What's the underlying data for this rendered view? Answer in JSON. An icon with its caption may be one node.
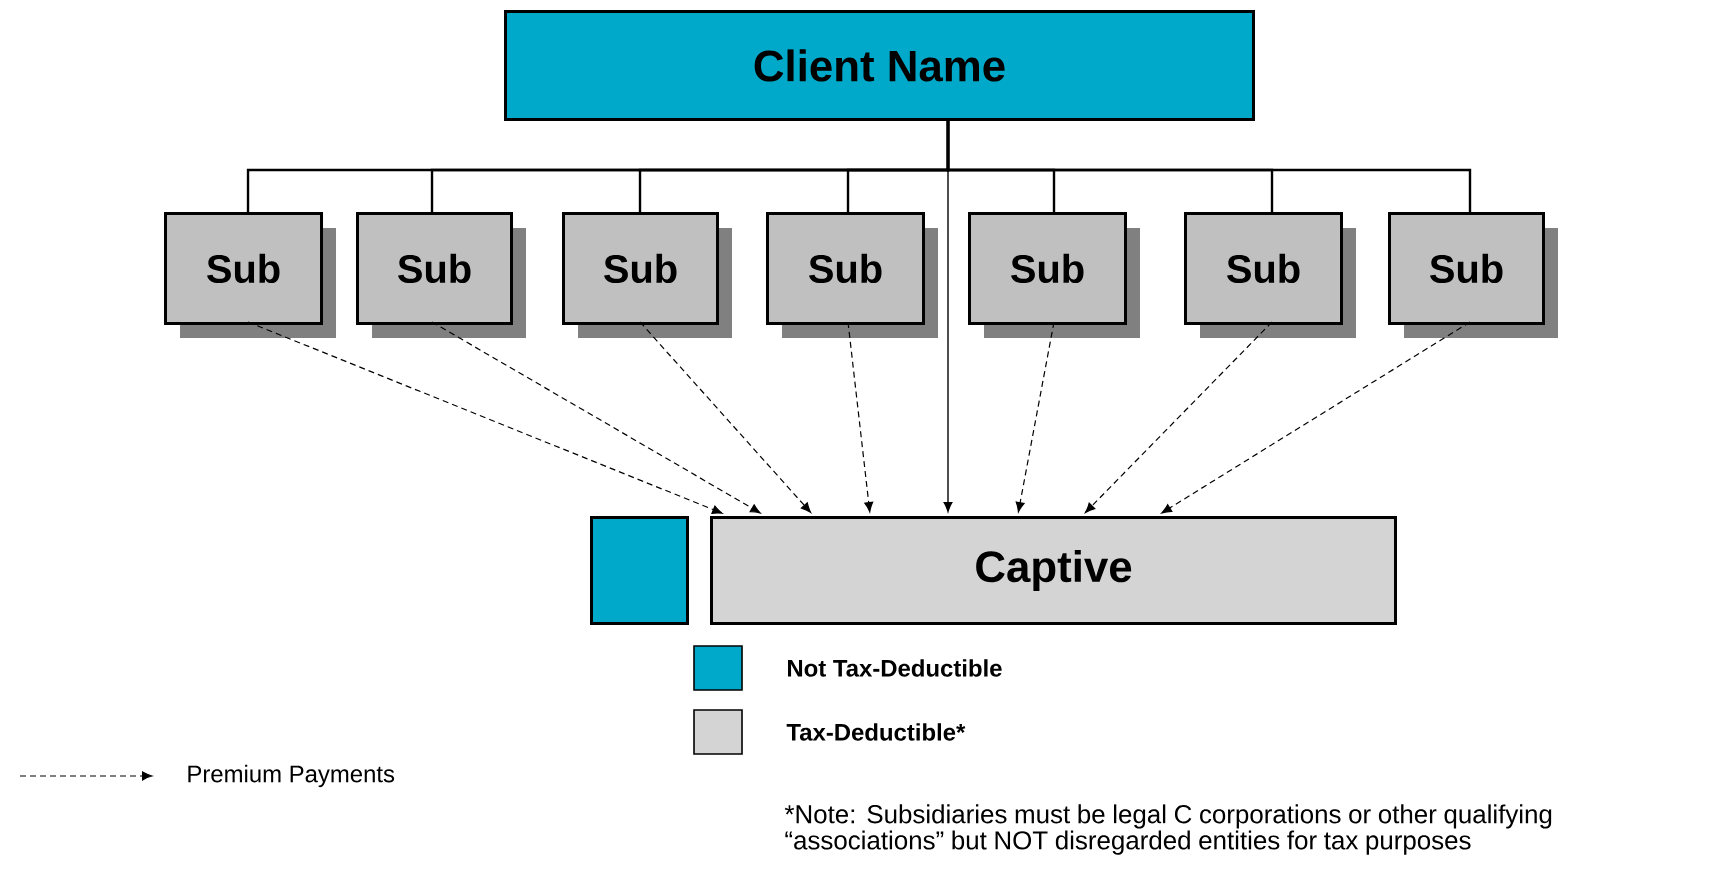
{
  "diagram": {
    "nodes": [
      {
        "text": [
          "Client Name"
        ]
      },
      {
        "text": [
          "Sub"
        ]
      },
      {
        "text": [
          "Sub"
        ]
      },
      {
        "text": [
          "Sub"
        ]
      },
      {
        "text": [
          "Sub"
        ]
      },
      {
        "text": [
          "Sub"
        ]
      },
      {
        "text": [
          "Sub"
        ]
      },
      {
        "text": [
          "Sub"
        ]
      },
      {
        "text": [],
        "shape": "box"
      },
      {
        "text": [
          "Captive"
        ]
      }
    ],
    "edges": [
      {
        "from": 0,
        "to": 1,
        "arrow": "none"
      },
      {
        "from": 0,
        "to": 2,
        "arrow": "none"
      },
      {
        "from": 0,
        "to": 3,
        "arrow": "none"
      },
      {
        "from": 0,
        "to": 4,
        "arrow": "none"
      },
      {
        "from": 0,
        "to": 5,
        "arrow": "none"
      },
      {
        "from": 0,
        "to": 6,
        "arrow": "none"
      },
      {
        "from": 0,
        "to": 7,
        "arrow": "none"
      },
      {
        "from": 0,
        "to": 9,
        "arrow": "to"
      },
      {
        "from": 1,
        "to": 9,
        "arrow": "to",
        "style": "dashed"
      },
      {
        "from": 2,
        "to": 9,
        "arrow": "to",
        "style": "dashed"
      },
      {
        "from": 3,
        "to": 9,
        "arrow": "to",
        "style": "dashed"
      },
      {
        "from": 4,
        "to": 9,
        "arrow": "to",
        "style": "dashed"
      },
      {
        "from": 5,
        "to": 9,
        "arrow": "to",
        "style": "dashed"
      },
      {
        "from": 6,
        "to": 9,
        "arrow": "to",
        "style": "dashed"
      },
      {
        "from": 7,
        "to": 9,
        "arrow": "to",
        "style": "dashed"
      }
    ],
    "labels": [
      "*Note: Subsidiaries must be legal C corporations or other qualifying “associations” but NOT disregarded entities for tax purposes"
    ],
    "legend": [
      {
        "text": "Not Tax-Deductible",
        "color": "#00a9c9"
      },
      {
        "text": "Tax-Deductible*",
        "color": "#d4d4d4"
      },
      {
        "text": "Premium Payments"
      }
    ]
  }
}
